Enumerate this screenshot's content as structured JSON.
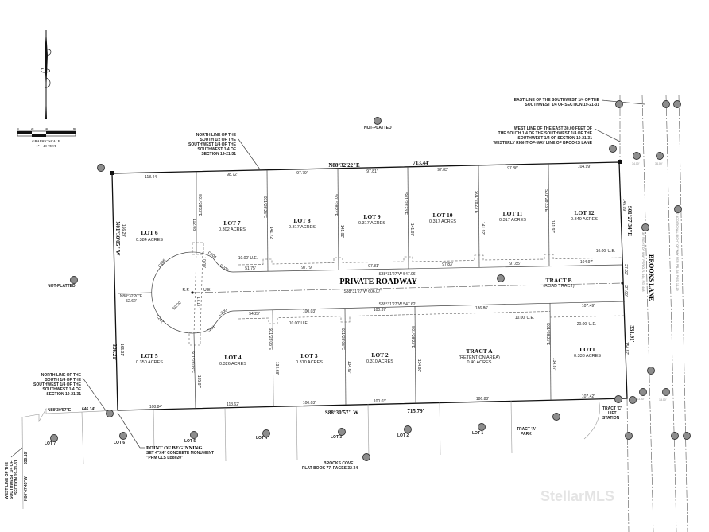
{
  "graphic_scale": {
    "title": "GRAPHIC SCALE",
    "ratio": "1\" = 40 FEET",
    "ticks": [
      "0",
      "20",
      "40",
      "80"
    ]
  },
  "boundary": {
    "north_bearing": "N88°32'22\"E",
    "north_length": "713.44'",
    "east_bearing": "S01°27'34\"E",
    "east_length": "331.91'",
    "south_bearing": "S88°30'57\" W",
    "south_length": "715.79'",
    "west_bearing": "N01°30'05\" W",
    "west_length": "336.21'"
  },
  "lots_north": [
    {
      "name": "LOT 6",
      "acres": "0.384 ACRES"
    },
    {
      "name": "LOT 7",
      "acres": "0.302 ACRES"
    },
    {
      "name": "LOT 8",
      "acres": "0.317 ACRES"
    },
    {
      "name": "LOT 9",
      "acres": "0.317 ACRES"
    },
    {
      "name": "LOT 10",
      "acres": "0.317 ACRES"
    },
    {
      "name": "LOT 11",
      "acres": "0.317 ACRES"
    },
    {
      "name": "LOT 12",
      "acres": "0.340 ACRES"
    }
  ],
  "lots_south": [
    {
      "name": "LOT 5",
      "acres": "0.350 ACRES"
    },
    {
      "name": "LOT 4",
      "acres": "0.326 ACRES"
    },
    {
      "name": "LOT 3",
      "acres": "0.310 ACRES"
    },
    {
      "name": "LOT 2",
      "acres": "0.310 ACRES"
    },
    {
      "name": "LOT1",
      "acres": "0.333 ACRES"
    }
  ],
  "tract_a": {
    "name": "TRACT A",
    "sub": "(RETENTION AREA)",
    "acres": "0.40 ACRES"
  },
  "tract_b": {
    "name": "TRACT B",
    "sub": "(ROAD TRACT)"
  },
  "tract_c": {
    "line1": "TRACT 'C'",
    "line2": "LIFT",
    "line3": "STATION"
  },
  "roadway": {
    "title": "PRIVATE ROADWAY",
    "center_bearing": "S88°31'27\"W",
    "center_length": "606.07'",
    "north_bearing": "S88°31'27\"W",
    "north_length": "547.96'",
    "south_bearing": "S88°31'27\"W",
    "south_length": "547.62'"
  },
  "dims": {
    "north_front": [
      "118.44'",
      "98.72'",
      "97.79'",
      "97.81'",
      "97.83'",
      "97.86'",
      "104.99'"
    ],
    "north_road": [
      "51.75'",
      "97.79'",
      "97.81'",
      "97.83'",
      "97.85'",
      "104.97'"
    ],
    "north_depth": [
      "112.08'",
      "141.72'",
      "141.82'",
      "141.87'",
      "141.92'",
      "141.97'"
    ],
    "north_bearing": [
      "S01°28'03\"E",
      "S01°28'23\"E",
      "S01°28'23\"E",
      "S01°28'23\"E",
      "S01°28'23\"E",
      "S01°28'23\"E"
    ],
    "south_road": [
      "54.23'",
      "100.03'",
      "100.37'",
      "186.86'",
      "107.49'"
    ],
    "south_front": [
      "108.84'",
      "113.62'",
      "100.03'",
      "100.03'",
      "186.88'",
      "107.42'"
    ],
    "south_depth": [
      "105.87'",
      "134.68'",
      "134.67'",
      "134.80'",
      "134.87'"
    ],
    "south_bearing": [
      "S01°28'03\"E",
      "S01°28'03\"E",
      "S01°28'03\"E",
      "S01°28'23\"E",
      "S01°28'23\"E"
    ],
    "west": [
      "166.29'",
      "165.31'"
    ],
    "east": [
      "145.09'",
      "27.02'",
      "27.00'",
      "154.87'"
    ],
    "ue": [
      "10.00' U.E.",
      "10.00' U.E.",
      "10.00' U.E.",
      "10.00' U.E.",
      "20.00' U.E."
    ],
    "curves": [
      "C203",
      "C204",
      "C205",
      "C200",
      "C201",
      "C202"
    ],
    "radius": "50.00'",
    "rp": "R.P.",
    "rp_tie_bearing": "N88°32'20\"E",
    "rp_tie_length": "52.62'",
    "ue_small": "U.E.",
    "strip": [
      "10.00'",
      "17.17'"
    ]
  },
  "notes": {
    "north_line_top": [
      "NORTH LINE OF THE",
      "SOUTH 1/2 OF THE",
      "SOUTHWEST 1/4 OF THE",
      "SOUTHWEST 1/4 OF",
      "SECTION 19-21-31"
    ],
    "east_line": [
      "EAST LINE OF THE SOUTHWEST 1/4 OF THE",
      "SOUTHWEST 1/4 OF SECTION 19-21-31"
    ],
    "west_line_east30": [
      "WEST LINE OF THE EAST 30.00 FEET OF",
      "THE SOUTH 1/4 OF THE SOUTHWEST 1/4 OF THE",
      "SOUTHWEST 1/4 OF SECTION 19-21-31",
      "WESTERLY RIGHT-OF-WAY LINE OF BROOKS LANE"
    ],
    "north_line_bottom": [
      "NORTH LINE OF THE",
      "SOUTH 1/4 OF THE",
      "SOUTHWEST 1/4 OF THE",
      "SOUTHWEST 1/4 OF",
      "SECTION 19-21-31"
    ],
    "west_line": [
      "WEST LINE OF THE",
      "SOUTHWEST 1/4 OF",
      "SECTION 19-21-31"
    ],
    "west_tie_bearing": "N00°47'45\"W",
    "west_tie_length": "330.10'",
    "south_tie_bearing": "N88°30'57\"E",
    "south_tie_length": "646.14'",
    "pob_title": "POINT OF BEGINNING",
    "pob_line1": "SET 4\"X4\" CONCRETE MONUMENT",
    "pob_line2": "\"PRM CLS LB8020\""
  },
  "adjacent": {
    "not_platted_top": "NOT-PLATTED",
    "not_platted_left": "NOT-PLATTED",
    "lots_below": [
      "LOT 7",
      "LOT 6",
      "LOT 5",
      "LOT 4",
      "LOT 3",
      "LOT 2",
      "LOT 1"
    ],
    "tract_a_park": [
      "TRACT 'A'",
      "PARK"
    ],
    "brooks_cove": "BROOKS COVE",
    "plat_book": "PLAT BOOK 77, PAGES 32-34"
  },
  "brooks_lane": {
    "name": "BROOKS LANE",
    "row_west": "30' RIGHT OF WAY PER O.R. 546, PG. 468",
    "row_east": "10' ADDITIONAL RIGHT OF WAY PER P.B. 64, PGS. 14-19",
    "offsets": [
      "34.00'",
      "34.00'",
      "13.00'",
      "13.00'"
    ]
  },
  "watermark": "StellarMLS",
  "colors": {
    "line": "#111111",
    "marker": "#8d8d8d"
  }
}
